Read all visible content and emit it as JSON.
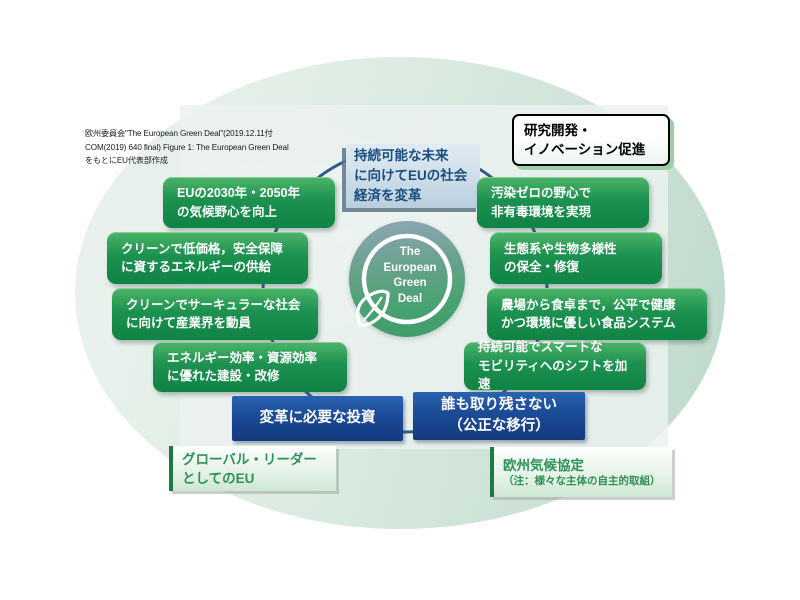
{
  "source_note": {
    "text": "欧州委員会\"The European Green Deal\"(2019.12.11付\nCOM(2019) 640 final) Figure 1: The European Green Deal\nをもとにEU代表部作成"
  },
  "center_logo": {
    "text": "The\nEuropean\nGreen\nDeal"
  },
  "top_box": {
    "text": "持続可能な未来\nに向けてEUの社会\n経済を変革"
  },
  "research_box": {
    "text": "研究開発・\nイノベーション促進"
  },
  "left_boxes": [
    {
      "text": "EUの2030年・2050年\nの気候野心を向上"
    },
    {
      "text": "クリーンで低価格，安全保障\nに資するエネルギーの供給"
    },
    {
      "text": "クリーンでサーキュラーな社会\nに向けて産業界を動員"
    },
    {
      "text": "エネルギー効率・資源効率\nに優れた建設・改修"
    }
  ],
  "right_boxes": [
    {
      "text": "汚染ゼロの野心で\n非有毒環境を実現"
    },
    {
      "text": "生態系や生物多様性\nの保全・修復"
    },
    {
      "text": "農場から食卓まで，公平で健康\nかつ環境に優しい食品システム"
    },
    {
      "text": "持続可能でスマートな\nモビリティへのシフトを加速"
    }
  ],
  "bottom_boxes": [
    {
      "text": "変革に必要な投資"
    },
    {
      "text": "誰も取り残さない\n（公正な移行）"
    }
  ],
  "global_leader_box": {
    "text": "グローバル・リーダー\nとしてのEU"
  },
  "climate_pact_box": {
    "title": "欧州気候協定",
    "note": "（注：様々な主体の自主的取組）"
  },
  "colors": {
    "box_green": "#128947",
    "box_blue": "#16418c",
    "ring_blue": "#2d5c8f",
    "logo_green_bottom": "#3f9e6b",
    "logo_blue_top": "#8ba6b2",
    "pale_box_text_green": "#2e9156",
    "teal_box_text_navy": "#1a4e7f",
    "ellipse_green": "#cbe1d5"
  }
}
